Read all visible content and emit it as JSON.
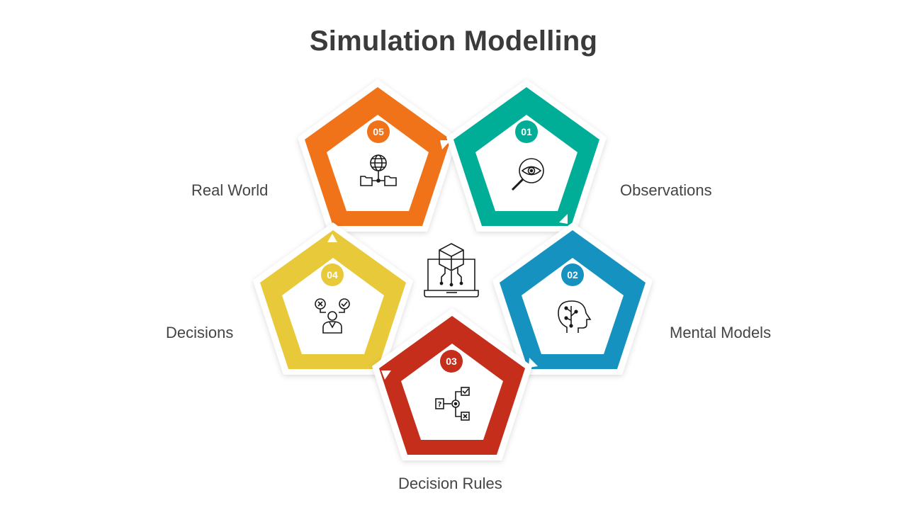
{
  "title": "Simulation Modelling",
  "colors": {
    "step_01": "#00AE98",
    "step_02": "#1592BF",
    "step_03": "#C42E1B",
    "step_04": "#E8C93A",
    "step_05": "#F07219"
  },
  "steps": [
    {
      "number": "01",
      "label": "Observations",
      "icon": "magnifier-eye-icon"
    },
    {
      "number": "02",
      "label": "Mental Models",
      "icon": "head-circuit-icon"
    },
    {
      "number": "03",
      "label": "Decision Rules",
      "icon": "flowchart-icon"
    },
    {
      "number": "04",
      "label": "Decisions",
      "icon": "person-choice-icon"
    },
    {
      "number": "05",
      "label": "Real World",
      "icon": "globe-network-icon"
    }
  ],
  "center_icon": "laptop-cube-icon"
}
